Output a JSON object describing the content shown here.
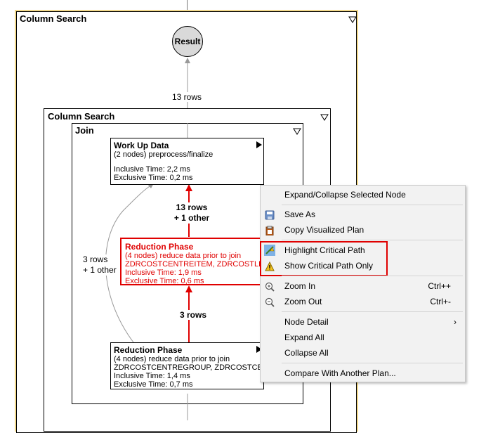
{
  "outer_frame": {
    "title": "Column Search"
  },
  "result_node": {
    "label": "Result"
  },
  "result_edge": {
    "label": "13 rows"
  },
  "inner_frame": {
    "title": "Column Search"
  },
  "join_frame": {
    "title": "Join"
  },
  "work_up_node": {
    "title": "Work Up Data",
    "desc": "(2 nodes) preprocess/finalize",
    "inclusive": "Inclusive Time: 2,2 ms",
    "exclusive": "Exclusive Time: 0,2 ms"
  },
  "edge_top": {
    "line1": "13 rows",
    "line2": "+ 1 other"
  },
  "edge_left": {
    "line1": "3 rows",
    "line2": "+ 1 other"
  },
  "edge_mid": {
    "label": "3 rows"
  },
  "reduction_node_1": {
    "title": "Reduction Phase",
    "desc": "(4 nodes) reduce data prior to join",
    "tables": "ZDRCOSTCENTREITEM, ZDRCOSTLINE",
    "inclusive": "Inclusive Time: 1,9 ms",
    "exclusive": "Exclusive Time: 0,6 ms"
  },
  "reduction_node_2": {
    "title": "Reduction Phase",
    "desc": "(4 nodes) reduce data prior to join",
    "tables": "ZDRCOSTCENTREGROUP, ZDRCOSTCEN...",
    "inclusive": "Inclusive Time: 1,4 ms",
    "exclusive": "Exclusive Time: 0,7 ms"
  },
  "context_menu": {
    "expand_collapse": "Expand/Collapse Selected Node",
    "save_as": "Save As",
    "copy_plan": "Copy Visualized Plan",
    "highlight_critical": "Highlight Critical Path",
    "show_critical_only": "Show Critical Path Only",
    "zoom_in": "Zoom In",
    "zoom_in_shortcut": "Ctrl++",
    "zoom_out": "Zoom Out",
    "zoom_out_shortcut": "Ctrl+-",
    "node_detail": "Node Detail",
    "expand_all": "Expand All",
    "collapse_all": "Collapse All",
    "compare_plan": "Compare With Another Plan..."
  },
  "colors": {
    "critical": "#e00000",
    "frame_highlight": "#f2d98c",
    "menu_bg": "#f2f2f2"
  }
}
